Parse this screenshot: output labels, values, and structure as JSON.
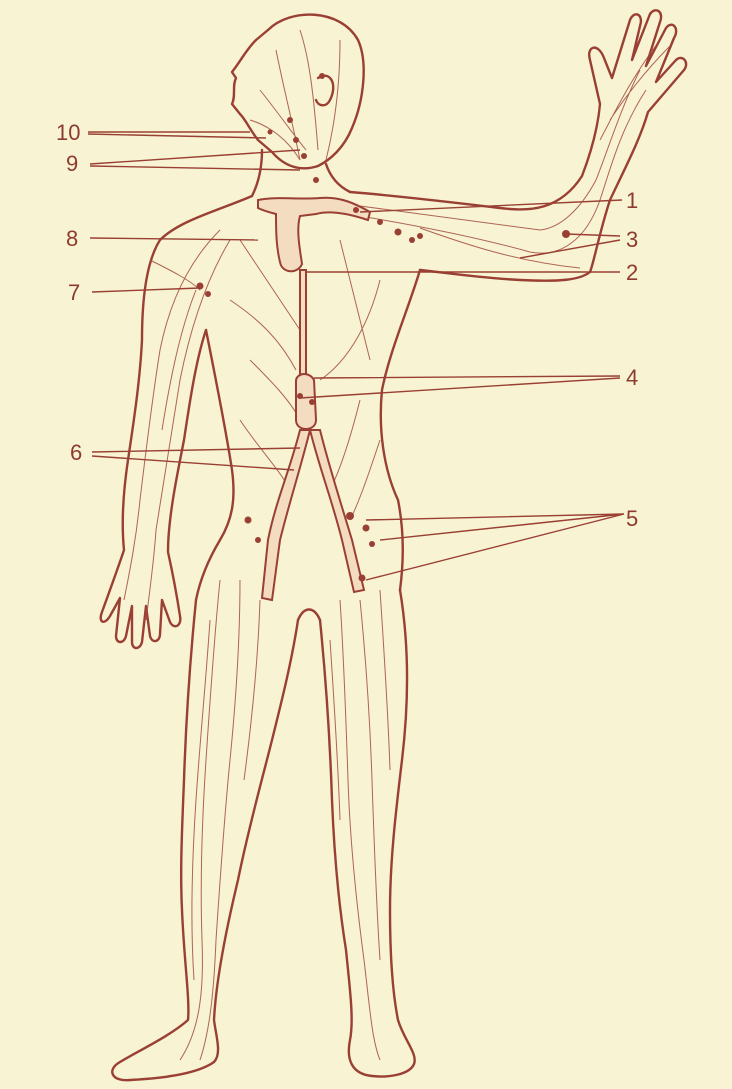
{
  "colors": {
    "ink": "#9a3f33",
    "paper": "#f7f3d3",
    "trunk_fill": "#f4dcc0"
  },
  "labels": {
    "l1": "1",
    "l2": "2",
    "l3": "3",
    "l4": "4",
    "l5": "5",
    "l6": "6",
    "l7": "7",
    "l8": "8",
    "l9": "9",
    "l10": "10"
  }
}
